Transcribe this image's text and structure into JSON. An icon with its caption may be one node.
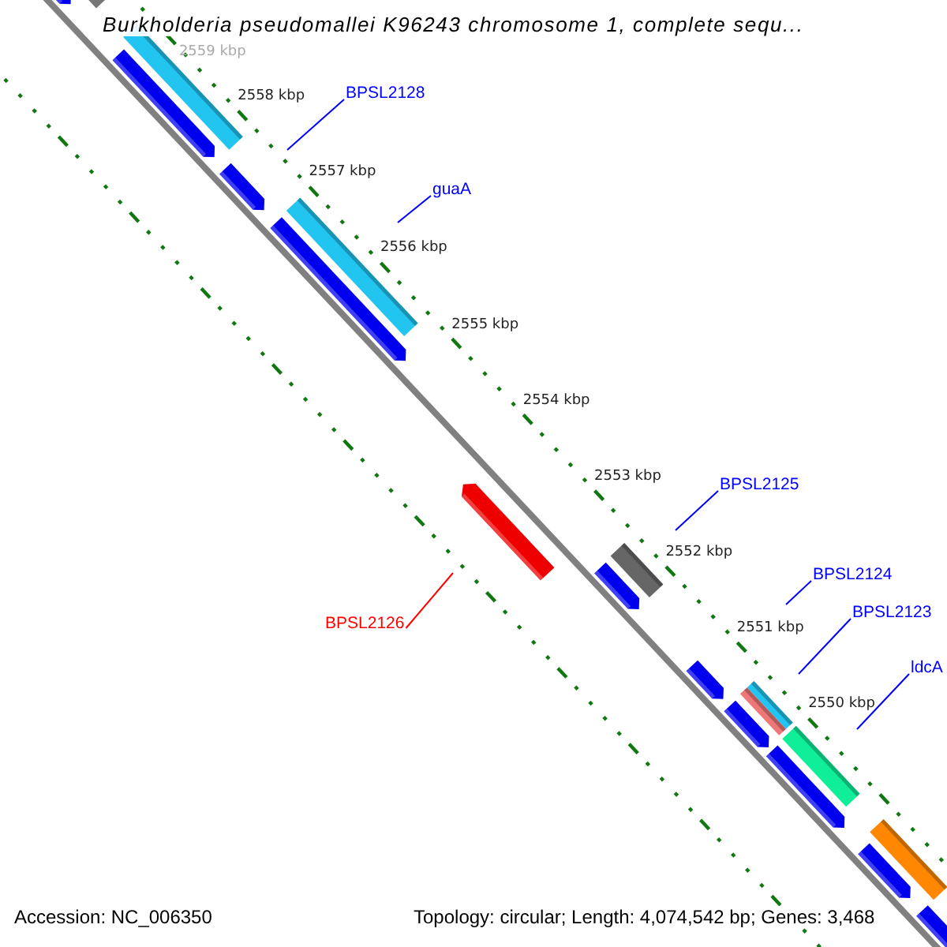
{
  "diagram": {
    "title": "Burkholderia pseudomallei K96243 chromosome 1, complete sequ...",
    "nodes": [
      {
        "text": [
          "BPSL2128"
        ]
      },
      {
        "text": [
          "guaA"
        ]
      },
      {
        "text": [
          "BPSL2125"
        ]
      },
      {
        "text": [
          "BPSL2124"
        ]
      },
      {
        "text": [
          "BPSL2123"
        ]
      },
      {
        "text": [
          "BPSL2126"
        ]
      },
      {
        "text": [
          "ldcA"
        ]
      }
    ],
    "edges": [
      {
        "from": 0,
        "to": null,
        "arrow": "none"
      },
      {
        "from": 1,
        "to": null,
        "arrow": "none"
      },
      {
        "from": 2,
        "to": null,
        "arrow": "none"
      },
      {
        "from": 3,
        "to": null,
        "arrow": "none"
      },
      {
        "from": 4,
        "to": null,
        "arrow": "none"
      },
      {
        "from": 5,
        "to": null,
        "arrow": "none",
        "color": "#ff0000"
      },
      {
        "from": 6,
        "to": null,
        "arrow": "none"
      }
    ],
    "labels": [
      "2559 kbp",
      "2558 kbp",
      "2557 kbp",
      "2556 kbp",
      "2555 kbp",
      "2554 kbp",
      "2553 kbp",
      "2552 kbp",
      "2551 kbp",
      "2550 kbp",
      "Accession: NC_006350",
      "Topology: circular; Length: 4,074,542 bp; Genes: 3,468"
    ]
  }
}
